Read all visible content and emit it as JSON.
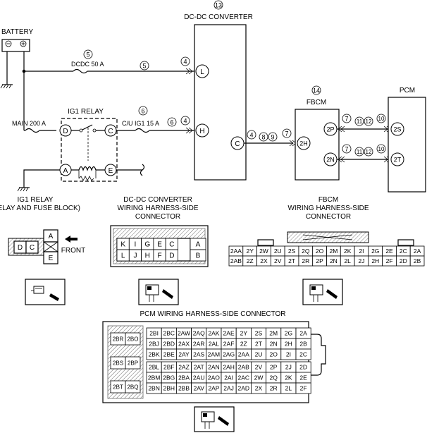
{
  "labels": {
    "battery": "BATTERY",
    "dcdc_converter": "DC-DC CONVERTER",
    "dcdc_fuse": "DCDC 50 A",
    "main_fuse": "MAIN 200 A",
    "ig1_relay": "IG1 RELAY",
    "cu_fuse": "C/U IG1 15 A",
    "fbcm": "FBCM",
    "pcm": "PCM",
    "ig1_relay_conn_line1": "IG1 RELAY",
    "ig1_relay_conn_line2": "(RELAY AND FUSE BLOCK)",
    "dcdc_conn_line1": "DC-DC CONVERTER",
    "dcdc_conn_line2": "WIRING HARNESS-SIDE",
    "dcdc_conn_line3": "CONNECTOR",
    "fbcm_conn_line1": "FBCM",
    "fbcm_conn_line2": "WIRING HARNESS-SIDE",
    "fbcm_conn_line3": "CONNECTOR",
    "front": "FRONT",
    "pcm_conn_title": "PCM WIRING HARNESS-SIDE CONNECTOR"
  },
  "callouts": {
    "c13": "13",
    "c14": "14",
    "c5a": "5",
    "c5b": "5",
    "c6a": "6",
    "c6b": "6",
    "c4a": "4",
    "c4b": "4",
    "c4c": "4",
    "c8": "8",
    "c9": "9",
    "c7a": "7",
    "c7b": "7",
    "c7c": "7",
    "c11a": "11",
    "c12a": "12",
    "c10a": "10",
    "c11b": "11",
    "c12b": "12",
    "c10b": "10"
  },
  "terminals": {
    "relay_D": "D",
    "relay_C": "C",
    "relay_A": "A",
    "relay_E": "E",
    "dcdc_L": "L",
    "dcdc_H": "H",
    "dcdc_C": "C",
    "fbcm_2H": "2H",
    "fbcm_2P": "2P",
    "fbcm_2N": "2N",
    "pcm_2S": "2S",
    "pcm_2T": "2T"
  },
  "relay_connector": {
    "left": [
      "D",
      "C"
    ],
    "right_top": "A",
    "right_bottom": "E"
  },
  "dcdc_connector": {
    "top": [
      "K",
      "I",
      "G",
      "E",
      "C",
      "A"
    ],
    "bottom": [
      "L",
      "J",
      "H",
      "F",
      "D",
      "B"
    ]
  },
  "fbcm_connector": {
    "top": [
      "2AA",
      "2Y",
      "2W",
      "2U",
      "2S",
      "2Q",
      "2O",
      "2M",
      "2K",
      "2I",
      "2G",
      "2E",
      "2C",
      "2A"
    ],
    "bottom": [
      "2AB",
      "2Z",
      "2X",
      "2V",
      "2T",
      "2R",
      "2P",
      "2N",
      "2L",
      "2J",
      "2H",
      "2F",
      "2D",
      "2B"
    ]
  },
  "pcm_connector": {
    "left_block": [
      "2BR",
      "2BO",
      "2BS",
      "2BP",
      "2BT",
      "2BQ"
    ],
    "upper_rows": [
      [
        "2BI",
        "2BC",
        "2AW",
        "2AQ",
        "2AK",
        "2AE",
        "2Y",
        "2S",
        "2M",
        "2G",
        "2A"
      ],
      [
        "2BJ",
        "2BD",
        "2AX",
        "2AR",
        "2AL",
        "2AF",
        "2Z",
        "2T",
        "2N",
        "2H",
        "2B"
      ],
      [
        "2BK",
        "2BE",
        "2AY",
        "2AS",
        "2AM",
        "2AG",
        "2AA",
        "2U",
        "2O",
        "2I",
        "2C"
      ]
    ],
    "lower_rows": [
      [
        "2BL",
        "2BF",
        "2AZ",
        "2AT",
        "2AN",
        "2AH",
        "2AB",
        "2V",
        "2P",
        "2J",
        "2D"
      ],
      [
        "2BM",
        "2BG",
        "2BA",
        "2AU",
        "2AO",
        "2AI",
        "2AC",
        "2W",
        "2Q",
        "2K",
        "2E"
      ],
      [
        "2BN",
        "2BH",
        "2BB",
        "2AV",
        "2AP",
        "2AJ",
        "2AD",
        "2X",
        "2R",
        "2L",
        "2F"
      ]
    ]
  }
}
